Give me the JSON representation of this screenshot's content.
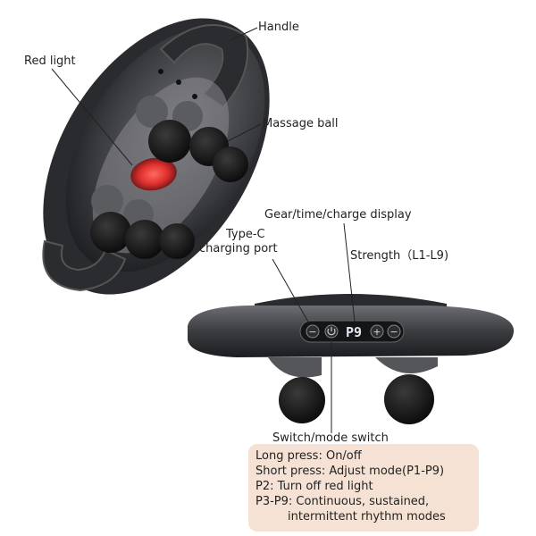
{
  "labels": {
    "handle": "Handle",
    "red_light": "Red light",
    "massage_ball": "Massage ball",
    "gear_display": "Gear/time/charge display",
    "type_c_line1": "Type-C",
    "type_c_line2": "charging port",
    "strength": "Strength（L1-L9)",
    "switch_mode": "Switch/mode switch"
  },
  "panel": {
    "display_text": "P9",
    "minus_symbol": "−",
    "plus_symbol": "+",
    "power_icon": "power-icon"
  },
  "info_box": {
    "line1": "Long press: On/off",
    "line2": "Short press: Adjust mode(P1-P9)",
    "line3": "P2: Turn off red light",
    "line4": "P3-P9: Continuous, sustained,",
    "line5": "intermittent rhythm modes"
  },
  "colors": {
    "body": "#3a3b3f",
    "body_dark": "#1f2023",
    "ball": "#1a1a1a",
    "red_light": "#e0302f",
    "info_bg": "#f6e2d4",
    "display": "#dfe7f2"
  }
}
